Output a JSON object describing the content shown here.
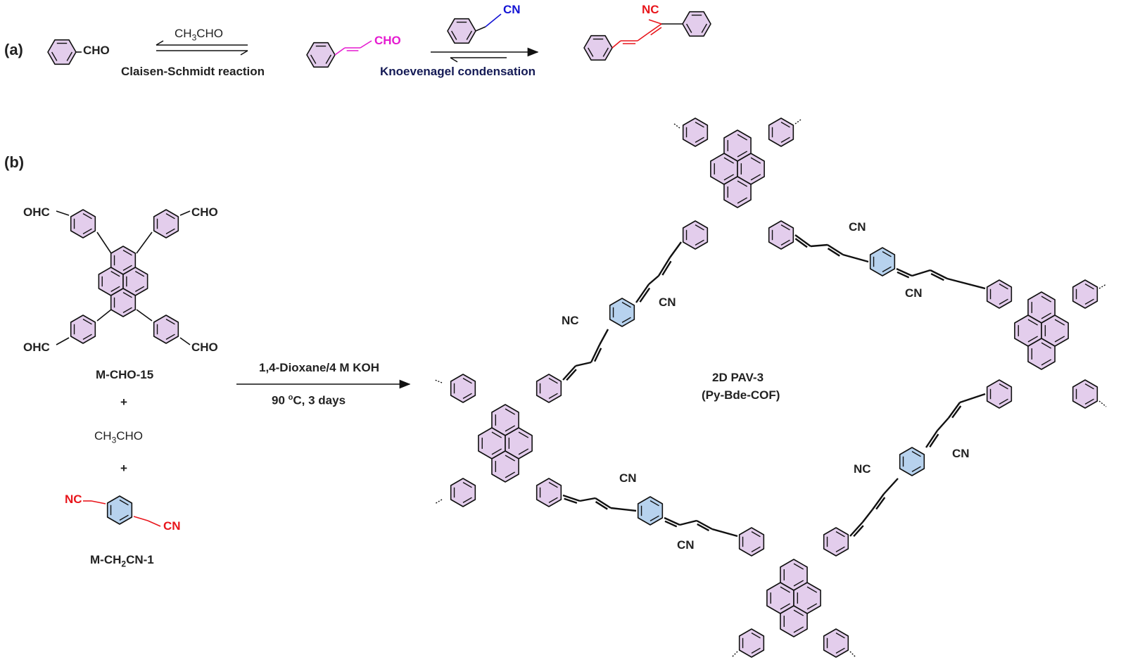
{
  "colors": {
    "purple_ring": "#e3cdec",
    "blue_ring": "#b7d2ee",
    "red_bond": "#e8151b",
    "magenta_bond": "#e51ad0",
    "blue_text": "#1414d4"
  },
  "panel_a": {
    "label": "(a)",
    "sm_group": "CHO",
    "step1_reagent": "CH3CHO",
    "step1_name": "Claisen-Schmidt reaction",
    "intermediate_group": "CHO",
    "step2_reagent_group": "CN",
    "step2_name": "Knoevenagel condensation",
    "product_group": "NC"
  },
  "panel_b": {
    "label": "(b)",
    "monomer1_groups": [
      "OHC",
      "CHO",
      "OHC",
      "CHO"
    ],
    "monomer1_name": "M-CHO-15",
    "plus1": "+",
    "reagent_ch3cho": "CH3CHO",
    "plus2": "+",
    "monomer2_nc": "NC",
    "monomer2_cn": "CN",
    "monomer2_name": "M-CH2CN-1",
    "condition_line1": "1,4-Dioxane/4 M KOH",
    "condition_line2": "90 °C, 3 days",
    "product_name_line1": "2D PAV-3",
    "product_name_line2": "(Py-Bde-COF)",
    "cn_labels": [
      "CN",
      "NC",
      "CN",
      "CN",
      "CN",
      "CN",
      "NC",
      "CN"
    ]
  }
}
